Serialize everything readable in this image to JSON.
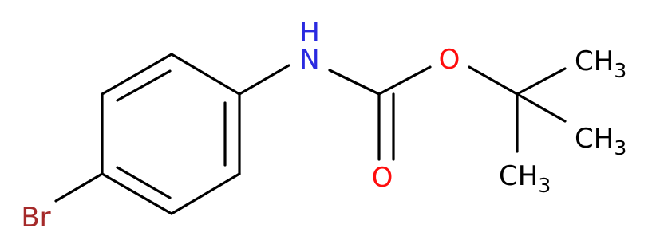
{
  "molecule": {
    "atoms": {
      "nitrogen": {
        "text": "N",
        "color": "#2a2ae0"
      },
      "hydrogen": {
        "text": "H",
        "color": "#2a2ae0"
      },
      "carbonyl_oxygen": {
        "text": "O",
        "color": "#ff0d0d"
      },
      "ester_oxygen": {
        "text": "O",
        "color": "#ff0d0d"
      },
      "bromine": {
        "text": "Br",
        "color": "#a52a2a"
      },
      "methyl_1": {
        "text": "CH",
        "sub": "3",
        "color": "#000000"
      },
      "methyl_2": {
        "text": "CH",
        "sub": "3",
        "color": "#000000"
      },
      "methyl_3": {
        "text": "CH",
        "sub": "3",
        "color": "#000000"
      }
    },
    "bond_color": "#000000"
  }
}
